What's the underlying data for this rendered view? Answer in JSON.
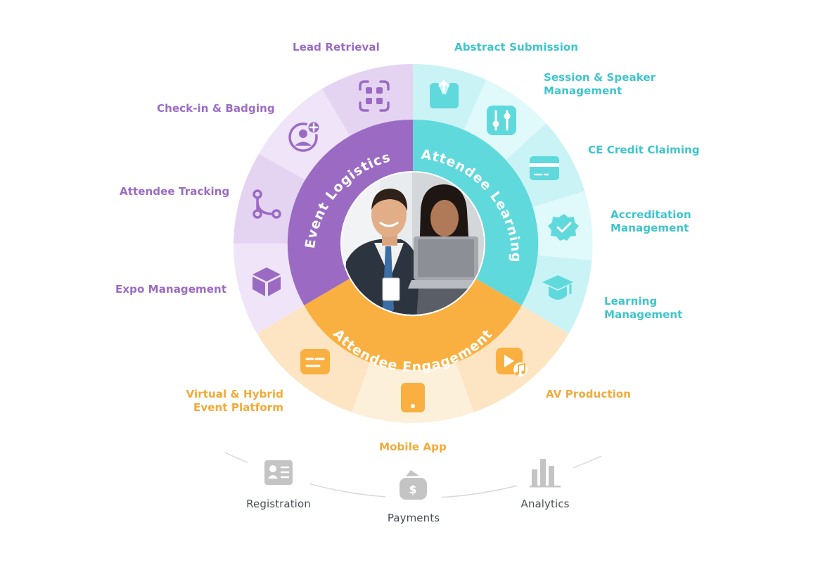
{
  "ring": {
    "logistics": "Event Logistics",
    "learning": "Attendee Learning",
    "engagement": "Attendee Engagement"
  },
  "labels": {
    "lead_retrieval": "Lead Retrieval",
    "checkin": "Check-in & Badging",
    "attendee_tracking": "Attendee Tracking",
    "expo": "Expo Management",
    "abstract": "Abstract Submission",
    "session_1": "Session & Speaker",
    "session_2": "Management",
    "ce_credit": "CE Credit Claiming",
    "accreditation_1": "Accreditation",
    "accreditation_2": "Management",
    "learning_1": "Learning",
    "learning_2": "Management",
    "virtual_1": "Virtual & Hybrid",
    "virtual_2": "Event Platform",
    "mobile_app": "Mobile App",
    "av": "AV Production",
    "registration": "Registration",
    "payments": "Payments",
    "analytics": "Analytics"
  },
  "colors": {
    "purple": "#9b6bc4",
    "teal": "#5fd9dc",
    "orange": "#f9b040",
    "gray": "#c4c4c4"
  }
}
